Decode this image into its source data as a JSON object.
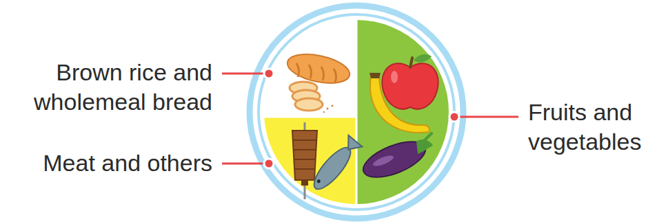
{
  "diagram": {
    "labels": [
      "Brown rice and wholemeal bread",
      "Fruits and vegetables",
      "Meat and others"
    ]
  }
}
